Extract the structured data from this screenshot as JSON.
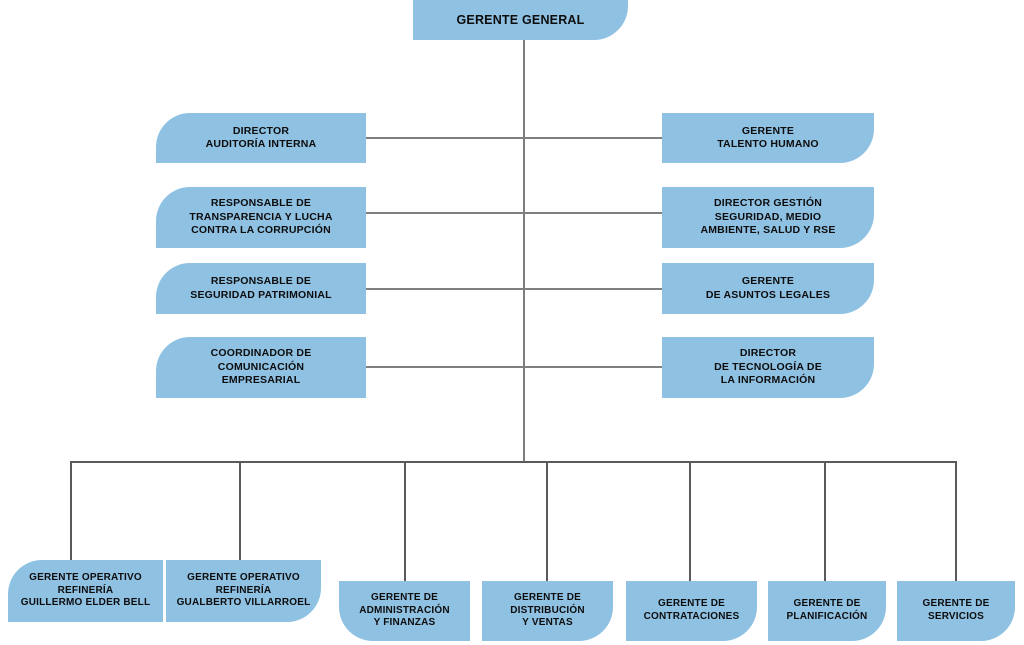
{
  "chart_data": {
    "type": "diagram",
    "title": "Organigrama",
    "subtype": "organizational-chart",
    "accent_color": "#8FC1E3",
    "line_color": "#7f7f7f",
    "text_color": "#0d0d0d",
    "levels": [
      "root",
      "staff",
      "operational"
    ]
  },
  "root": {
    "label": "GERENTE GENERAL"
  },
  "staff_left": [
    {
      "label": "DIRECTOR\nAUDITORÍA INTERNA"
    },
    {
      "label": "RESPONSABLE DE\nTRANSPARENCIA Y LUCHA\nCONTRA LA CORRUPCIÓN"
    },
    {
      "label": "RESPONSABLE DE\nSEGURIDAD PATRIMONIAL"
    },
    {
      "label": "COORDINADOR DE\nCOMUNICACIÓN\nEMPRESARIAL"
    }
  ],
  "staff_right": [
    {
      "label": "GERENTE\nTALENTO HUMANO"
    },
    {
      "label": "DIRECTOR GESTIÓN\nSEGURIDAD, MEDIO\nAMBIENTE, SALUD Y RSE"
    },
    {
      "label": "GERENTE\nDE ASUNTOS LEGALES"
    },
    {
      "label": "DIRECTOR\nDE TECNOLOGÍA DE\nLA INFORMACIÓN"
    }
  ],
  "divisions": [
    {
      "label": "GERENTE OPERATIVO\nREFINERÍA\nGUILLERMO ELDER BELL"
    },
    {
      "label": "GERENTE  OPERATIVO\nREFINERÍA\nGUALBERTO VILLARROEL"
    },
    {
      "label": "GERENTE DE\nADMINISTRACIÓN\nY FINANZAS"
    },
    {
      "label": "GERENTE DE\nDISTRIBUCIÓN\nY VENTAS"
    },
    {
      "label": "GERENTE DE\nCONTRATACIONES"
    },
    {
      "label": "GERENTE DE\nPLANIFICACIÓN"
    },
    {
      "label": "GERENTE DE\nSERVICIOS"
    }
  ]
}
